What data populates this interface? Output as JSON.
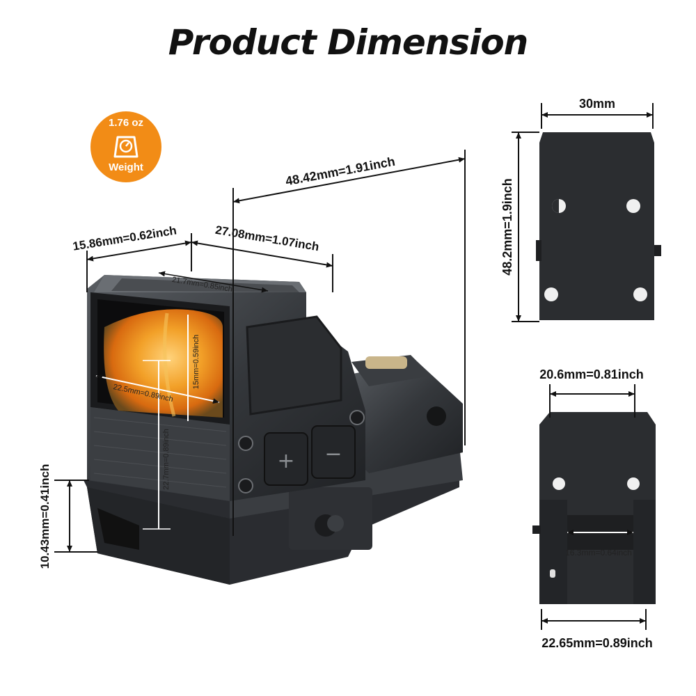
{
  "title": "Product Dimension",
  "weight_badge": {
    "value": "1.76 oz",
    "label": "Weight",
    "icon": "scale-icon",
    "color": "#f28c16"
  },
  "main_view": {
    "overall_length": "48.42mm=1.91inch",
    "front_width": "15.86mm=0.62inch",
    "housing_depth": "27.08mm=1.07inch",
    "top_window_width": "21.7mm=0.85inch",
    "lens_width": "22.5mm=0.89inch",
    "lens_height": "15mm=0.59inch",
    "window_height": "22.7mm=0.89inch",
    "base_height": "10.43mm=0.41inch",
    "buttons": [
      "+",
      "−"
    ]
  },
  "bottom_view": {
    "width": "30mm",
    "length": "48.2mm=1.9inch"
  },
  "side_view": {
    "top_width": "20.6mm=0.81inch",
    "inner_width": "16.3mm=0.64inch",
    "bottom_width": "22.65mm=0.89inch"
  }
}
